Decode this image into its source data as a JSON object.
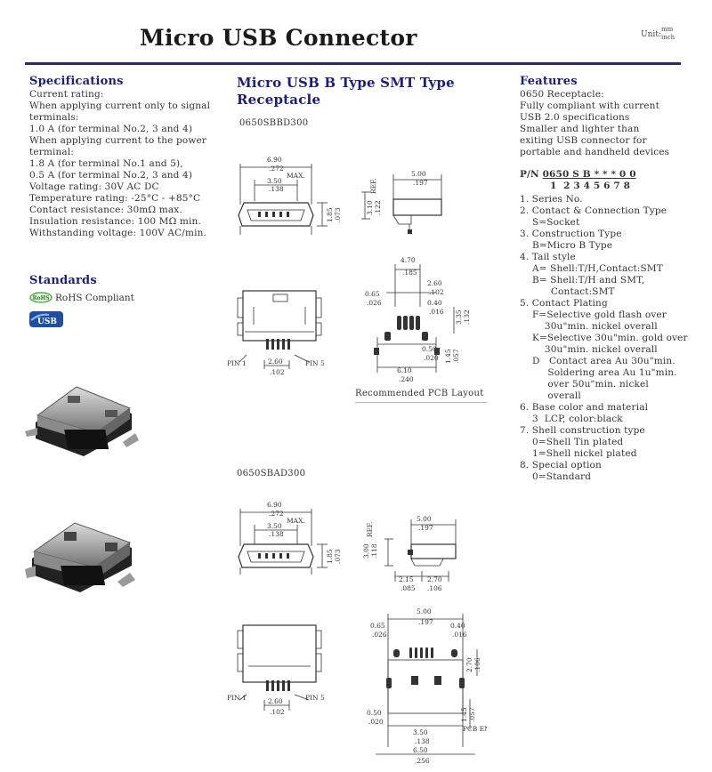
{
  "header": {
    "title": "Micro USB Connector",
    "unit_label": "Unit:",
    "unit_values": [
      "mm",
      "inch"
    ]
  },
  "specifications": {
    "heading": "Specifications",
    "lines": [
      "Current rating:",
      "When applying current only to signal",
      "terminals:",
      "1.0 A (for terminal No.2, 3 and 4)",
      "When applying current to the power",
      "terminal:",
      "1.8 A (for terminal No.1 and 5),",
      "0.5 A (for terminal No.2, 3 and 4)",
      "Voltage rating: 30V  AC  DC",
      "Temperature rating: -25°C - +85°C",
      "Contact resistance: 30mΩ max.",
      "Insulation resistance: 100 MΩ min.",
      "Withstanding voltage: 100V AC/min."
    ]
  },
  "standards": {
    "heading": "Standards",
    "rohs_label": "RoHS Compliant",
    "rohs_badge": "RoHS",
    "usb_badge": "USB"
  },
  "center": {
    "heading_line1": "Micro USB B Type SMT Type",
    "heading_line2": "Receptacle",
    "part1": "0650SBBD300",
    "part2": "0650SBAD300",
    "pcb_caption": "Recommended  PCB  Layout",
    "pin1": "PIN 1",
    "pin5": "PIN 5",
    "pin_end": "PCB END",
    "dims": {
      "d690": "6.90",
      "d272": ".272",
      "d350": "3.50",
      "d138": ".138",
      "max": "MAX.",
      "d185": "1.85",
      "d073": ".073",
      "d500": "5.00",
      "d197": ".197",
      "d310": "3.10",
      "d122": ".122",
      "ref": "REF.",
      "d260": "2.60",
      "d102": ".102",
      "d470": "4.70",
      "d185b": ".185",
      "d065": "0.65",
      "d026": ".026",
      "d040": "0.40",
      "d016": ".016",
      "d335": "3.35",
      "d132": ".132",
      "d050": "0.50",
      "d020": ".020",
      "d145": "1.45",
      "d057": ".057",
      "d610": "6.10",
      "d240": ".240",
      "d300": "3.00",
      "d118": ".118",
      "d215": "2.15",
      "d085": ".085",
      "d270": "2.70",
      "d106": ".106",
      "d650": "6.50",
      "d256": ".256"
    }
  },
  "features": {
    "heading": "Features",
    "lines": [
      "0650 Receptacle:",
      "Fully compliant with current",
      "USB 2.0 specifications",
      "Smaller and lighter than",
      "exiting USB connector for",
      "portable and handheld devices"
    ],
    "pn_label": "P/N",
    "pn_code": "0650 S B * * * 0 0",
    "pn_digits": "1  2 3 4 5 6 7 8",
    "options": [
      "1. Series No.",
      "2. Contact & Connection Type",
      "    S=Socket",
      "3. Construction Type",
      "    B=Micro B Type",
      "4. Tail style",
      "    A= Shell:T/H,Contact:SMT",
      "    B= Shell:T/H and SMT,",
      "          Contact:SMT",
      "5. Contact Plating",
      "    F=Selective gold flash over",
      "        30u\"min. nickel overall",
      "    K=Selective 30u\"min. gold over",
      "        30u\"min. nickel overall",
      "    D   Contact area Au 30u\"min.",
      "         Soldering area Au 1u\"min.",
      "         over 50u\"min. nickel",
      "         overall",
      "6. Base color and material",
      "    3  LCP, color:black",
      "7. Shell construction type",
      "    0=Shell Tin plated",
      "    1=Shell nickel plated",
      "8. Special option",
      "    0=Standard"
    ]
  }
}
